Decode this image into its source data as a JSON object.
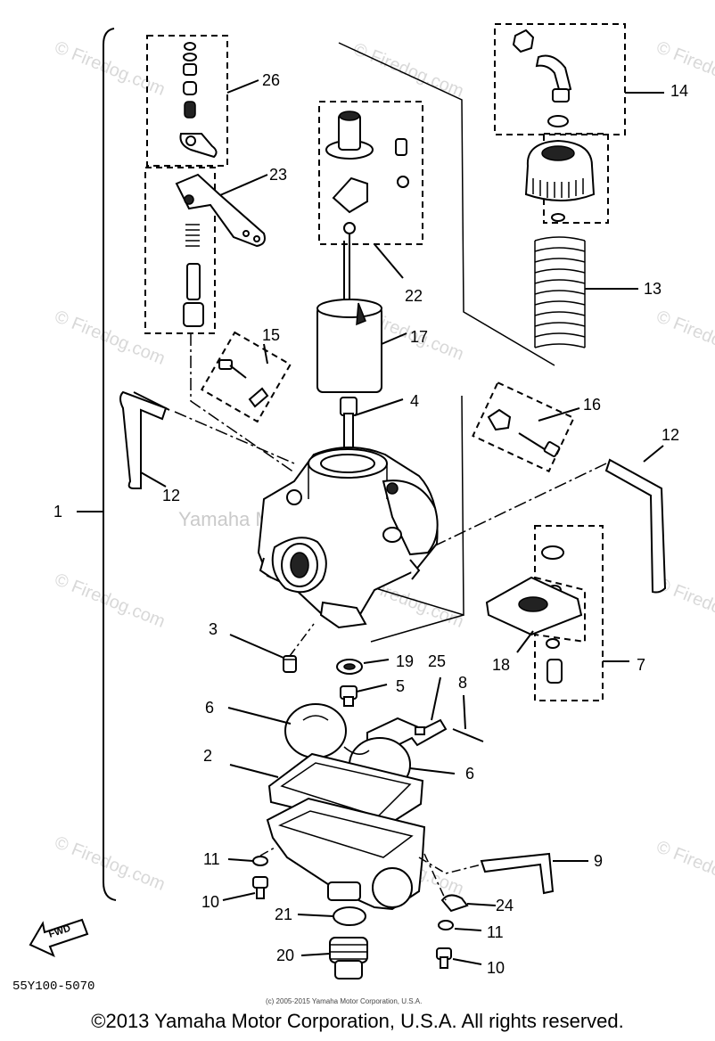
{
  "callouts": [
    "1",
    "2",
    "3",
    "4",
    "5",
    "6",
    "6",
    "7",
    "8",
    "9",
    "10",
    "10",
    "11",
    "11",
    "12",
    "12",
    "13",
    "14",
    "15",
    "16",
    "17",
    "18",
    "19",
    "20",
    "21",
    "22",
    "23",
    "24",
    "25",
    "26"
  ],
  "watermark": {
    "site": "© Firedog.com",
    "firedog_center": "© Firedog.com",
    "yamaha": "Yamaha Motor Corp. U.S.A."
  },
  "fwd_label": "FWD",
  "diagram_code": "55Y100-5070",
  "small_copyright": "(c) 2005-2015 Yamaha Motor Corporation, U.S.A.",
  "copyright": "©2013 Yamaha Motor Corporation, U.S.A. All rights reserved."
}
